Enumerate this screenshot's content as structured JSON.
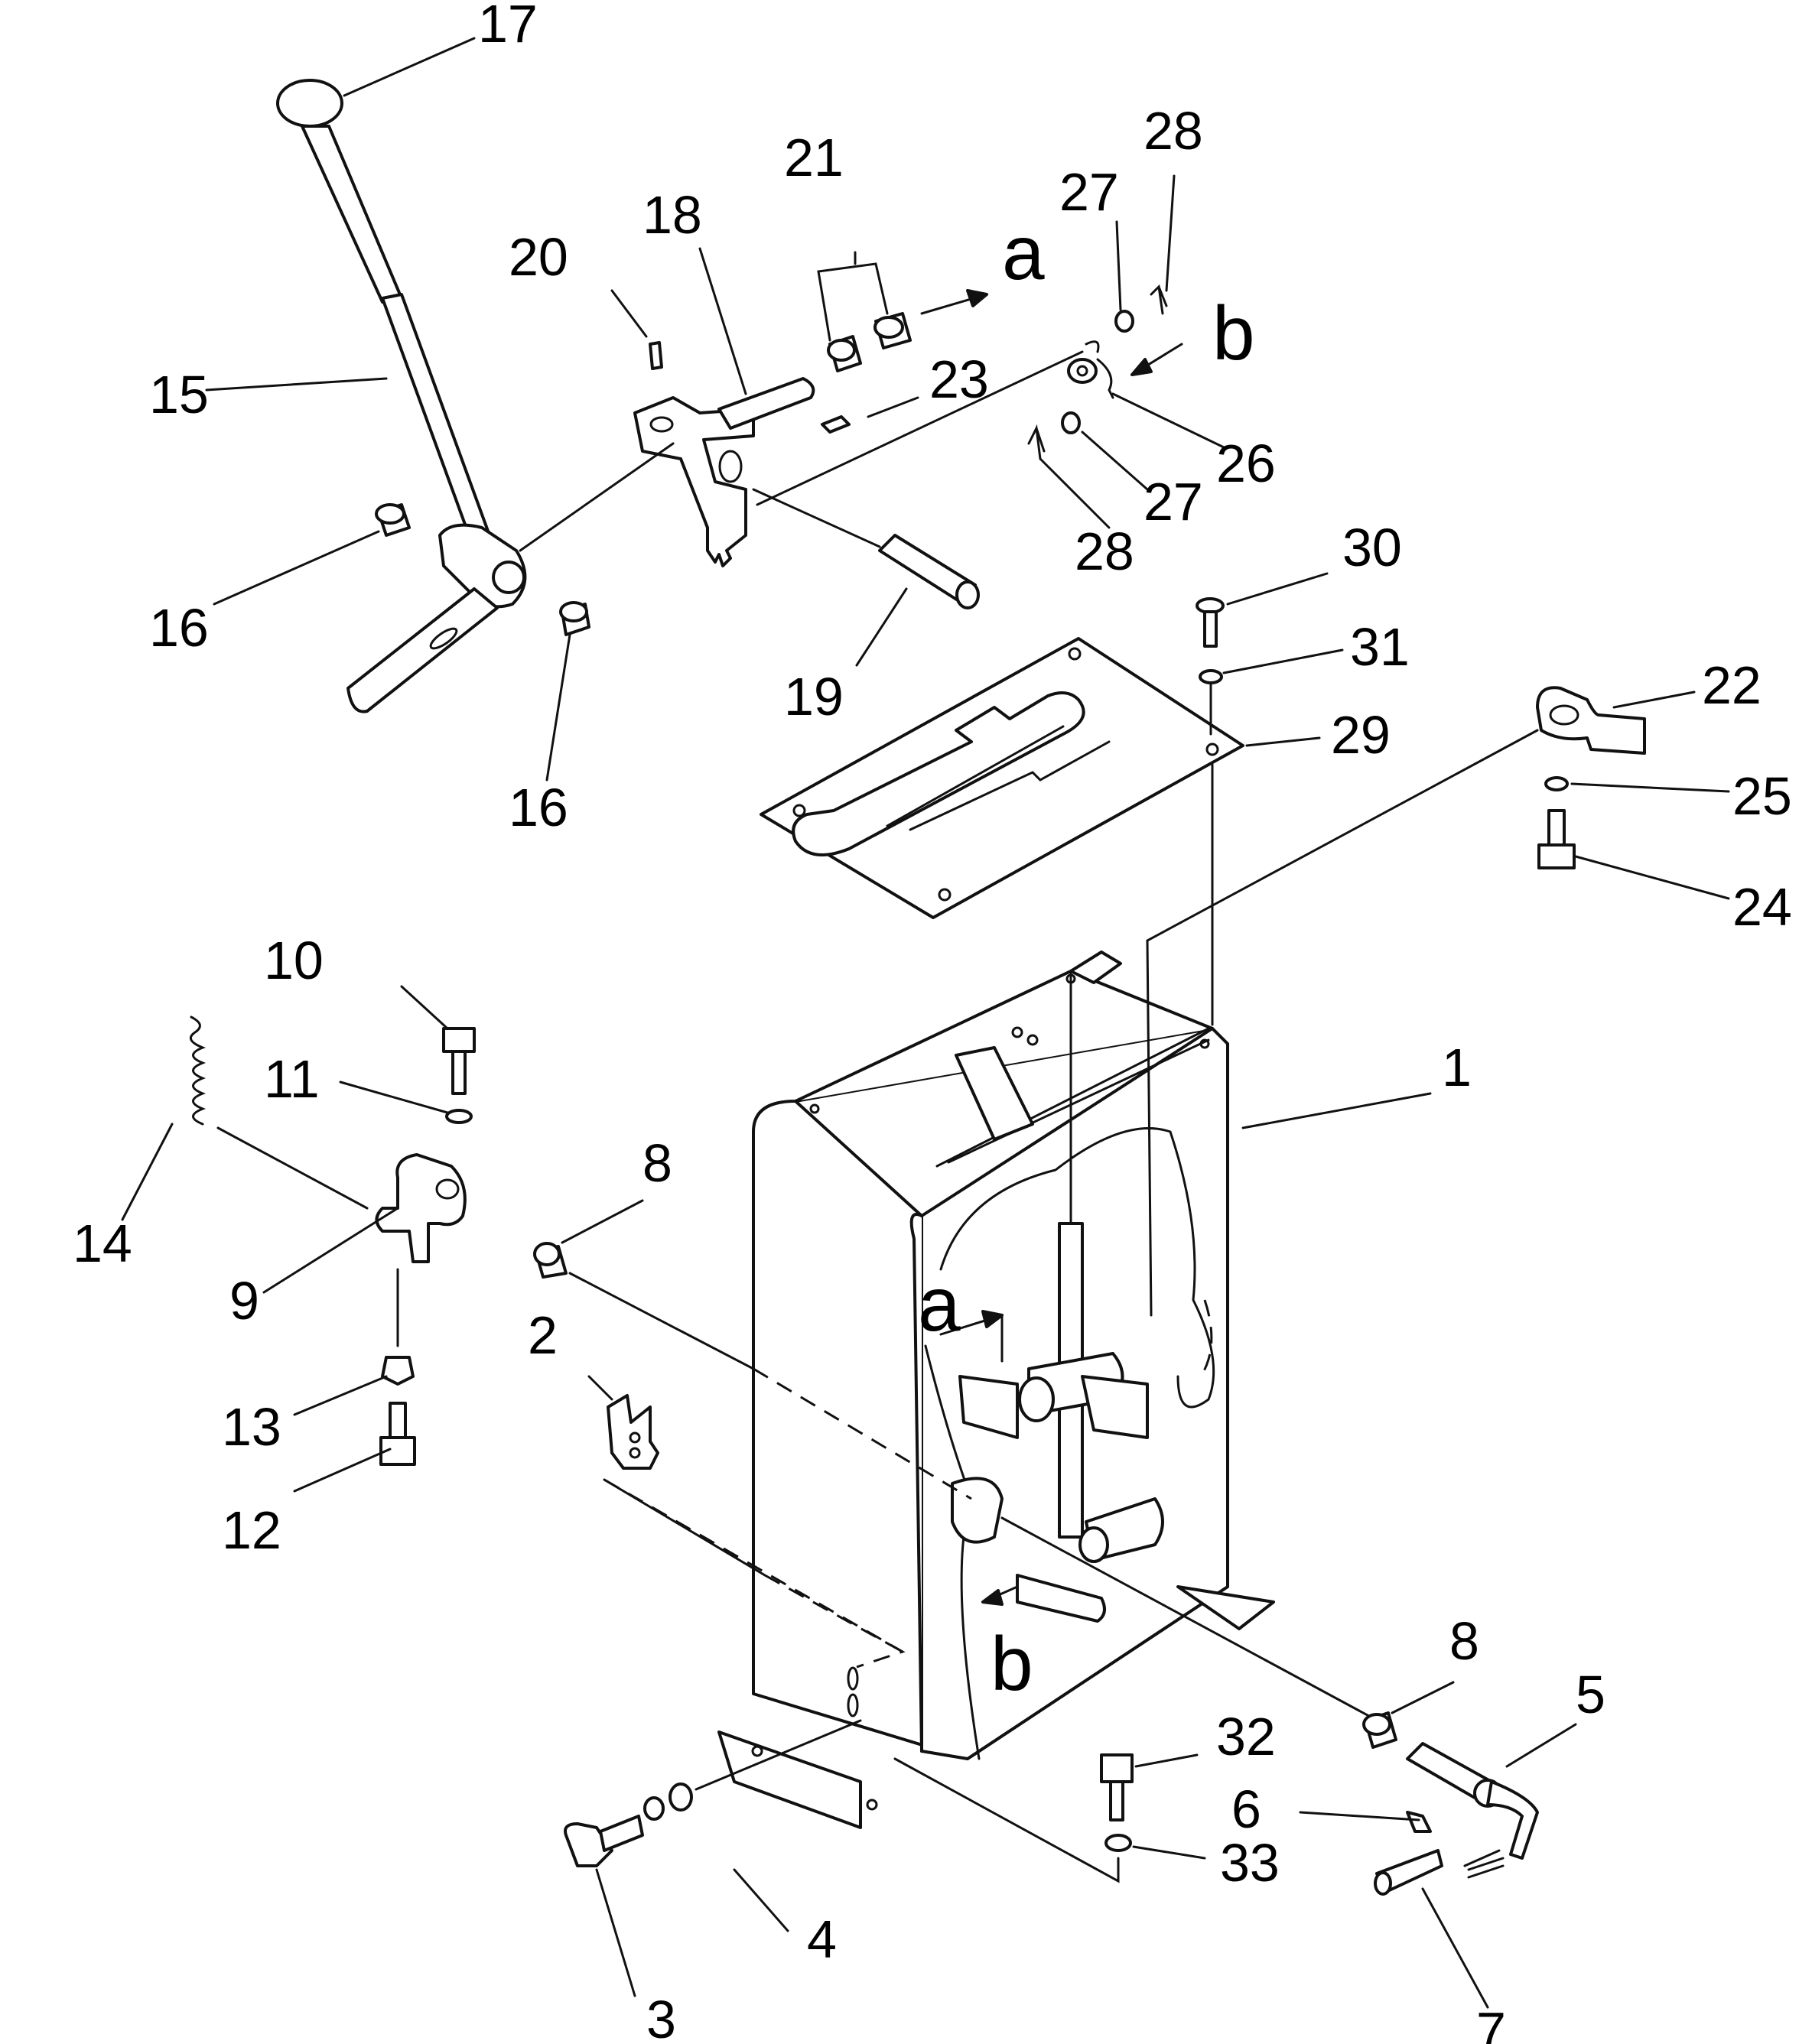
{
  "callouts": [
    {
      "id": "c1",
      "text": "1"
    },
    {
      "id": "c2",
      "text": "2"
    },
    {
      "id": "c3",
      "text": "3"
    },
    {
      "id": "c4",
      "text": "4"
    },
    {
      "id": "c5",
      "text": "5"
    },
    {
      "id": "c6",
      "text": "6"
    },
    {
      "id": "c7",
      "text": "7"
    },
    {
      "id": "c8a",
      "text": "8"
    },
    {
      "id": "c8b",
      "text": "8"
    },
    {
      "id": "c9",
      "text": "9"
    },
    {
      "id": "c10",
      "text": "10"
    },
    {
      "id": "c11",
      "text": "11"
    },
    {
      "id": "c12",
      "text": "12"
    },
    {
      "id": "c13",
      "text": "13"
    },
    {
      "id": "c14",
      "text": "14"
    },
    {
      "id": "c15",
      "text": "15"
    },
    {
      "id": "c16a",
      "text": "16"
    },
    {
      "id": "c16b",
      "text": "16"
    },
    {
      "id": "c17",
      "text": "17"
    },
    {
      "id": "c18",
      "text": "18"
    },
    {
      "id": "c19",
      "text": "19"
    },
    {
      "id": "c20",
      "text": "20"
    },
    {
      "id": "c21",
      "text": "21"
    },
    {
      "id": "c22",
      "text": "22"
    },
    {
      "id": "c23",
      "text": "23"
    },
    {
      "id": "c24",
      "text": "24"
    },
    {
      "id": "c25",
      "text": "25"
    },
    {
      "id": "c26",
      "text": "26"
    },
    {
      "id": "c27a",
      "text": "27"
    },
    {
      "id": "c27b",
      "text": "27"
    },
    {
      "id": "c28a",
      "text": "28"
    },
    {
      "id": "c28b",
      "text": "28"
    },
    {
      "id": "c29",
      "text": "29"
    },
    {
      "id": "c30",
      "text": "30"
    },
    {
      "id": "c31",
      "text": "31"
    },
    {
      "id": "c32",
      "text": "32"
    },
    {
      "id": "c33",
      "text": "33"
    }
  ],
  "views": {
    "a_top": "a",
    "b_top": "b",
    "a_box": "a",
    "b_box": "b"
  }
}
